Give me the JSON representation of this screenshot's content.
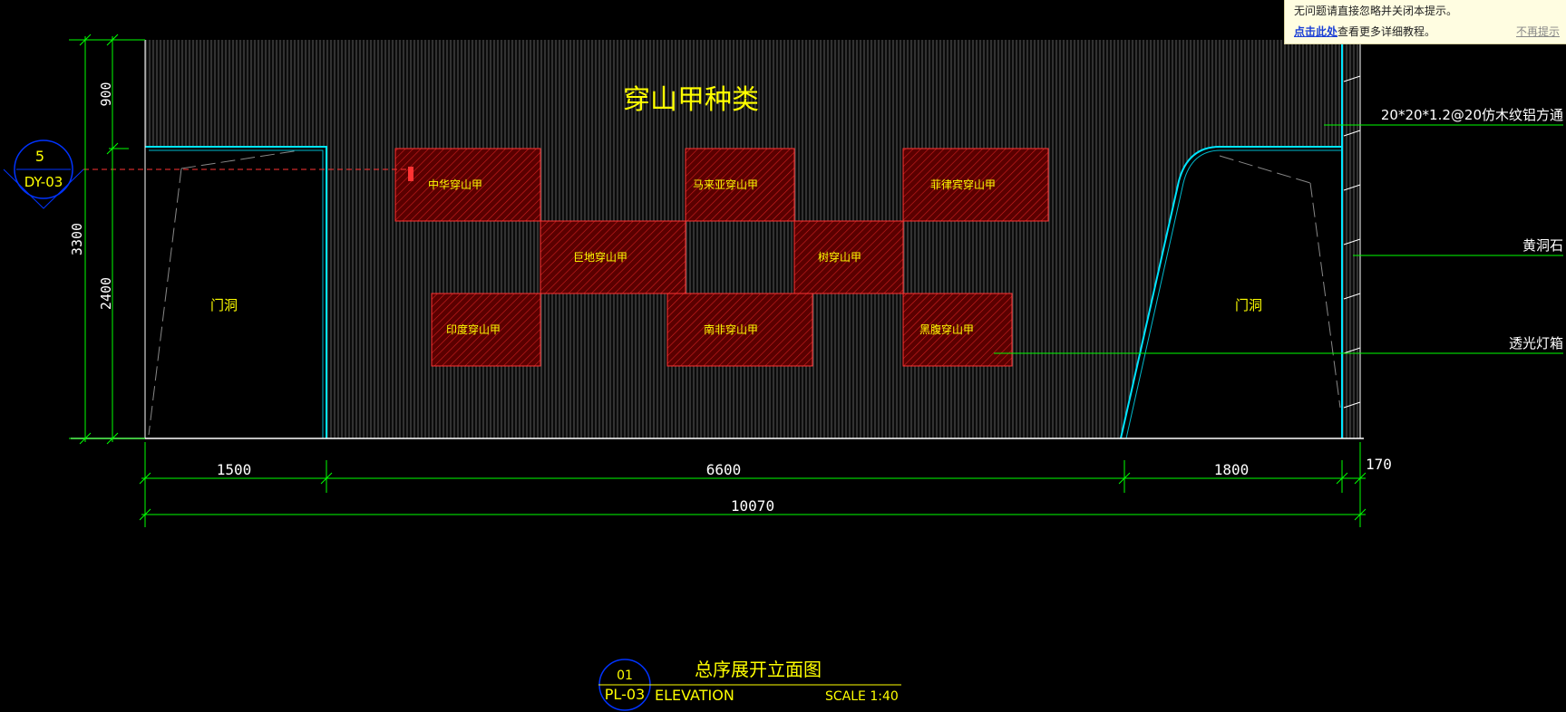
{
  "colors": {
    "background": "#000000",
    "dimension": "#00ff00",
    "text": "#ffff00",
    "wall": "#ffffff",
    "panel_fill": "#8b0000",
    "panel_edge": "#ff3333",
    "callout": "#0033ff",
    "cyan": "#00e5ff"
  },
  "drawing": {
    "main_title": "穿山甲种类",
    "species": [
      "中华穿山甲",
      "马来亚穿山甲",
      "菲律宾穿山甲",
      "巨地穿山甲",
      "树穿山甲",
      "印度穿山甲",
      "南非穿山甲",
      "黑腹穿山甲"
    ],
    "door_left": "门洞",
    "door_right": "门洞",
    "annotations": [
      "20*20*1.2@20仿木纹铝方通",
      "黄洞石",
      "透光灯箱"
    ]
  },
  "dimensions": {
    "vertical": [
      "900",
      "2400",
      "3300"
    ],
    "horizontal": [
      "1500",
      "6600",
      "1800",
      "170"
    ],
    "total": "10070"
  },
  "section_marker": {
    "number": "5",
    "sheet": "DY-03"
  },
  "title_block": {
    "number": "01",
    "title": "总序展开立面图",
    "sheet": "PL-03",
    "label": "ELEVATION",
    "scale": "SCALE 1:40"
  },
  "hint": {
    "line1": "无问题请直接忽略并关闭本提示。",
    "link": "点击此处",
    "line2": "查看更多详细教程。",
    "dismiss": "不再提示"
  }
}
